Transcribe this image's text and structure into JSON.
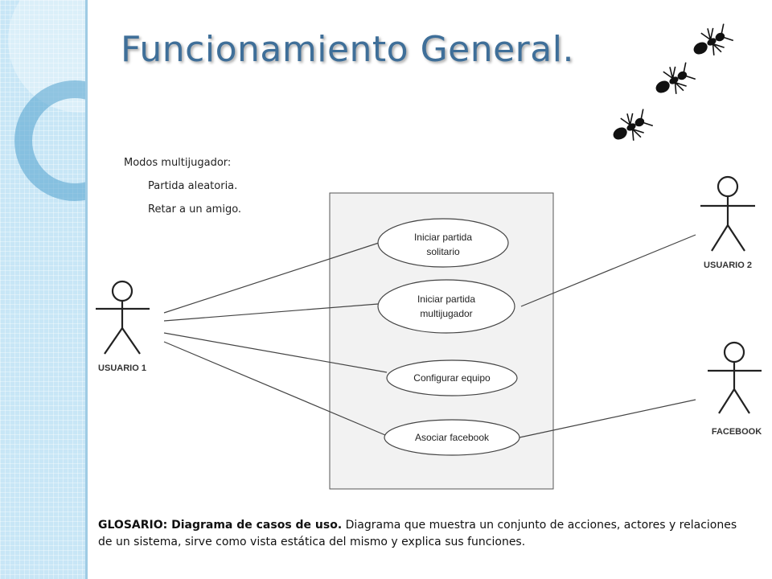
{
  "slide": {
    "title": "Funcionamiento General."
  },
  "modes": {
    "heading": "Modos multijugador:",
    "items": [
      "Partida aleatoria.",
      "Retar a un amigo."
    ]
  },
  "diagram": {
    "actors": [
      {
        "id": "usuario1",
        "label": "USUARIO 1"
      },
      {
        "id": "usuario2",
        "label": "USUARIO 2"
      },
      {
        "id": "facebook",
        "label": "FACEBOOK"
      }
    ],
    "use_cases": [
      {
        "id": "solitario",
        "lines": [
          "Iniciar partida",
          "solitario"
        ]
      },
      {
        "id": "multijugador",
        "lines": [
          "Iniciar partida",
          "multijugador"
        ]
      },
      {
        "id": "configurar",
        "lines": [
          "Configurar equipo"
        ]
      },
      {
        "id": "facebook",
        "lines": [
          "Asociar facebook"
        ]
      }
    ],
    "associations": [
      {
        "actor": "usuario1",
        "use_case": "solitario"
      },
      {
        "actor": "usuario1",
        "use_case": "multijugador"
      },
      {
        "actor": "usuario1",
        "use_case": "configurar"
      },
      {
        "actor": "usuario1",
        "use_case": "facebook"
      },
      {
        "actor": "usuario2",
        "use_case": "multijugador"
      },
      {
        "actor": "facebook",
        "use_case": "facebook"
      }
    ],
    "colors": {
      "system_boundary_fill": "#f2f2f2",
      "use_case_fill": "#ffffff",
      "line": "#444444"
    }
  },
  "glossary": {
    "term": "GLOSARIO: Diagrama de casos de uso.",
    "definition": " Diagrama que muestra un conjunto de acciones, actores y relaciones de un sistema, sirve como vista estática del mismo y explica sus funciones."
  },
  "decoration": {
    "icon": "ant-icon",
    "count": 3
  }
}
